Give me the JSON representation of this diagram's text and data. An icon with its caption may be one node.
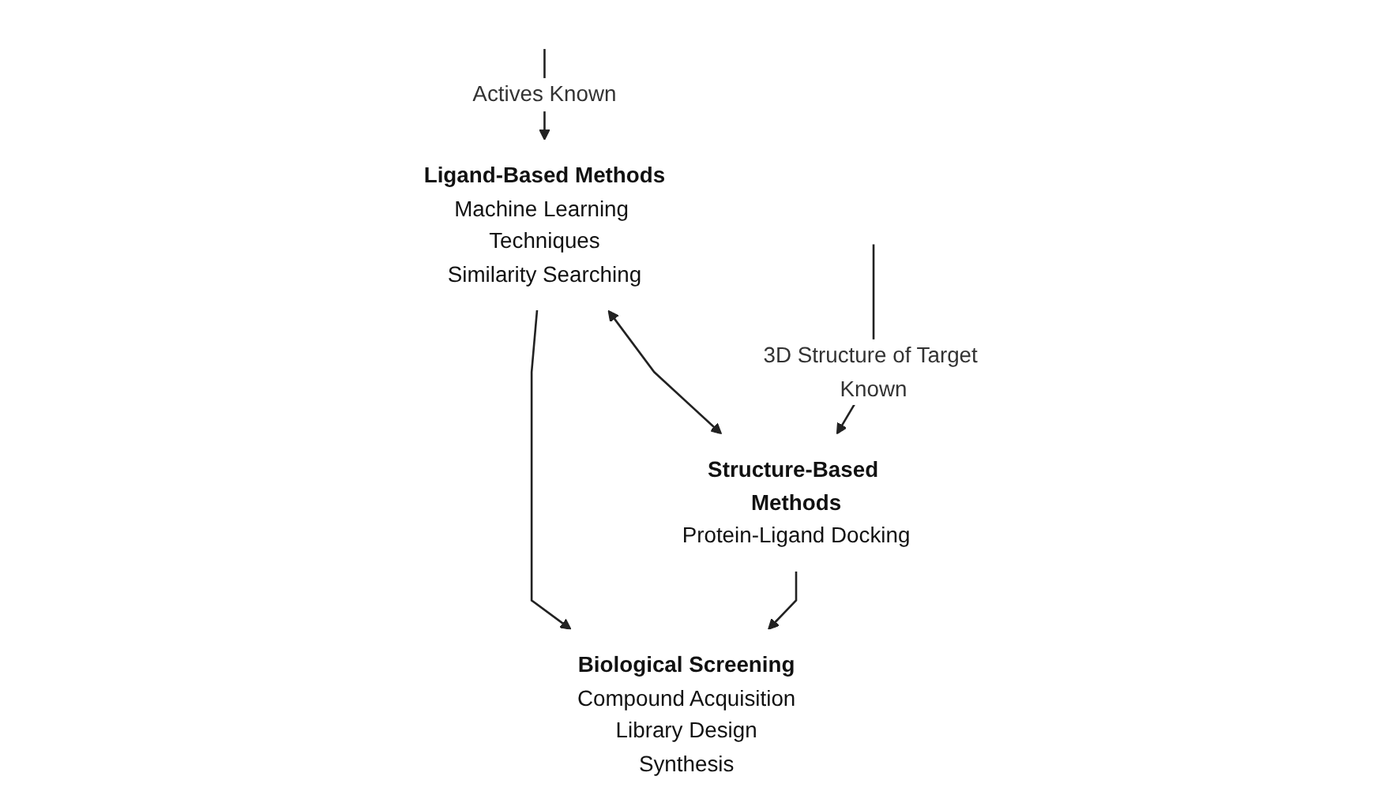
{
  "diagram": {
    "nodes": [
      {
        "text": [
          "Ligand-Based Methods",
          "Machine Learning Techniques",
          "Similarity Searching"
        ]
      },
      {
        "text": [
          "Structure-Based Methods",
          "Protein-Ligand Docking"
        ]
      },
      {
        "text": [
          "Biological Screening",
          "Compound Acquisition",
          "Library Design",
          "Synthesis"
        ]
      }
    ],
    "edges": [
      {
        "from": null,
        "to": 0,
        "arrow": "to",
        "label": "Actives Known"
      },
      {
        "from": null,
        "to": 1,
        "arrow": "to",
        "label": "3D Structure of Target Known"
      },
      {
        "from": 0,
        "to": 1,
        "arrow": "both"
      },
      {
        "from": 0,
        "to": 2,
        "arrow": "to"
      },
      {
        "from": 1,
        "to": 2,
        "arrow": "to"
      }
    ]
  }
}
